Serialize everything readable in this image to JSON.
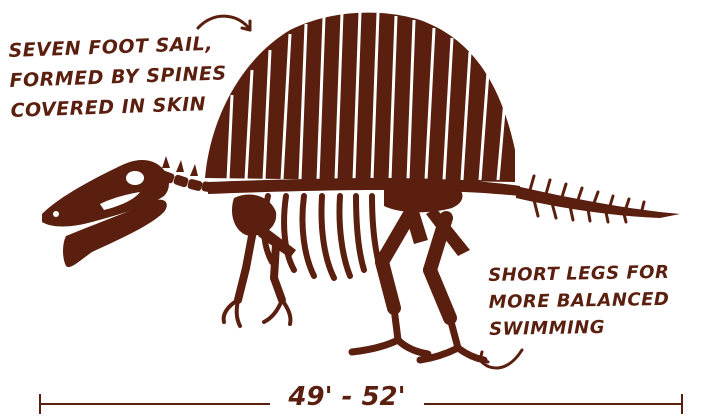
{
  "colors": {
    "ink": "#5a1f0e",
    "background": "#ffffff"
  },
  "annotations": {
    "sail": {
      "lines": [
        "Seven foot sail,",
        "formed by spines",
        "covered in skin"
      ],
      "pointer_icon": "curved-arrow-icon"
    },
    "legs": {
      "lines": [
        "Short legs for",
        "more balanced",
        "swimming"
      ],
      "pointer_icon": "curved-arrow-icon"
    }
  },
  "dimension": {
    "label": "49' - 52'"
  },
  "illustration": {
    "subject": "spinosaurus-skeleton"
  }
}
